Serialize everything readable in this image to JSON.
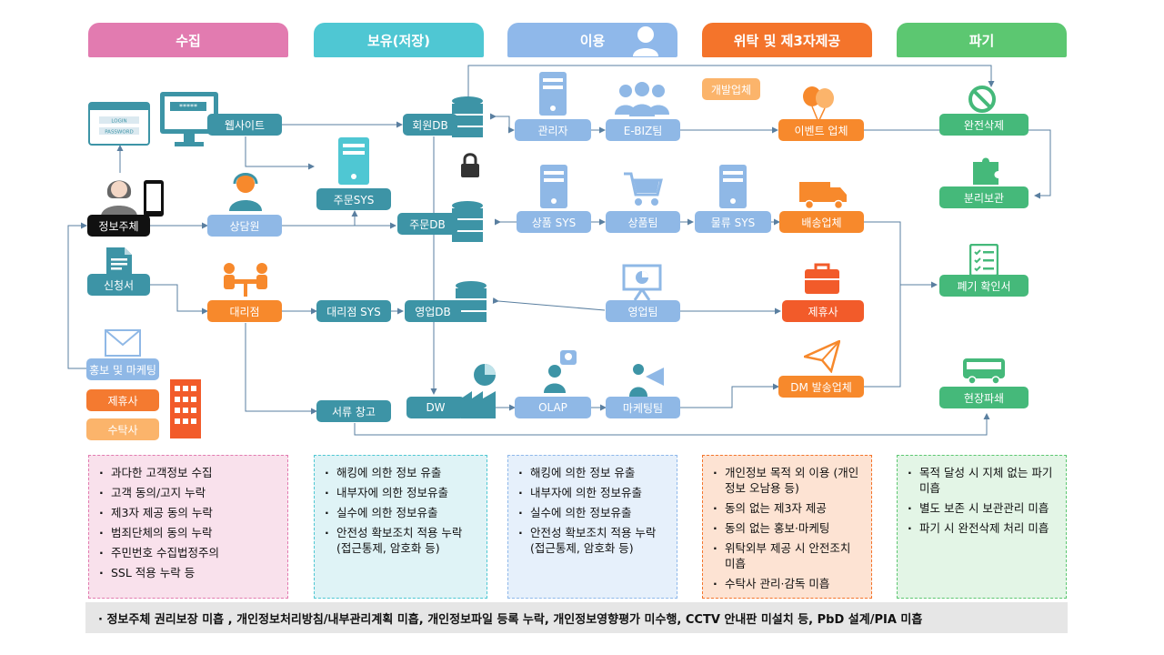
{
  "headers": {
    "collect": "수집",
    "retain": "보유(저장)",
    "use": "이용",
    "entrust": "위탁 및 제3자제공",
    "destroy": "파기"
  },
  "nodes": {
    "website": "웹사이트",
    "subject": "정보주체",
    "counselor": "상담원",
    "application": "신청서",
    "agency": "대리점",
    "promo": "홍보 및 마케팅",
    "affiliate_left": "제휴사",
    "contractor": "수탁사",
    "order_sys": "주문SYS",
    "agency_sys": "대리점 SYS",
    "doc_storage": "서류 창고",
    "member_db": "회원DB",
    "order_db": "주문DB",
    "sales_db": "영업DB",
    "dw": "DW",
    "admin": "관리자",
    "ebiz": "E-BIZ팀",
    "product_sys": "상품 SYS",
    "product_team": "상품팀",
    "logistics_sys": "물류 SYS",
    "sales_team": "영업팀",
    "olap": "OLAP",
    "marketing_team": "마케팅팀",
    "dev_company": "개발업체",
    "event_company": "이벤트 업체",
    "delivery_company": "배송업체",
    "affiliate_right": "제휴사",
    "dm_company": "DM 발송업체",
    "full_delete": "완전삭제",
    "separate_storage": "분리보관",
    "destroy_confirm": "폐기 확인서",
    "onsite_shred": "현장파쇄"
  },
  "risks": {
    "collect": [
      "과다한 고객정보 수집",
      "고객 동의/고지 누락",
      "제3자 제공 동의 누락",
      "범죄단체의 동의 누락",
      "주민번호 수집법정주의",
      "SSL 적용 누락 등"
    ],
    "retain": [
      "해킹에 의한 정보 유출",
      "내부자에 의한 정보유출",
      "실수에 의한 정보유출",
      "안전성 확보조치 적용 누락 (접근통제, 암호화 등)"
    ],
    "use": [
      "해킹에 의한 정보 유출",
      "내부자에 의한 정보유출",
      "실수에 의한 정보유출",
      "안전성 확보조치 적용 누락 (접근통제, 암호화 등)"
    ],
    "entrust": [
      "개인정보 목적 외 이용 (개인정보 오남용 등)",
      "동의 없는 제3자 제공",
      "동의 없는 홍보·마케팅",
      "위탁외부 제공 시 안전조치 미흡",
      "수탁사 관리·감독 미흡"
    ],
    "destroy": [
      "목적 달성 시 지체 없는 파기 미흡",
      "별도 보존 시 보관관리 미흡",
      "파기 시 완전삭제 처리 미흡"
    ]
  },
  "footer": "· 정보주체 권리보장 미흡 , 개인정보처리방침/내부관리계획 미흡, 개인정보파일 등록 누락, 개인정보영향평가 미수행, CCTV 안내판 미설치 등, PbD 설계/PIA 미흡",
  "icon_labels": {
    "login": "LOGIN",
    "password": "PASSWORD",
    "masked": "*****"
  },
  "colors": {
    "collect": "#e27bb0",
    "retain": "#4fc7d3",
    "use": "#8fb8ea",
    "entrust": "#f4742b",
    "destroy": "#5cc771",
    "teal": "#3d94a6",
    "orange": "#f7892c"
  },
  "icons": [
    "login-screen-icon",
    "monitor-icon",
    "person-icon",
    "phone-icon",
    "headset-agent-icon",
    "document-icon",
    "meeting-icon",
    "mail-icon",
    "building-icon",
    "server-icon",
    "database-icon",
    "lock-icon",
    "factory-chart-icon",
    "team-icon",
    "cart-icon",
    "presentation-icon",
    "idea-person-icon",
    "megaphone-icon",
    "balloons-icon",
    "truck-icon",
    "briefcase-icon",
    "paper-plane-icon",
    "prohibit-icon",
    "puzzle-icon",
    "checklist-icon",
    "bus-icon"
  ]
}
